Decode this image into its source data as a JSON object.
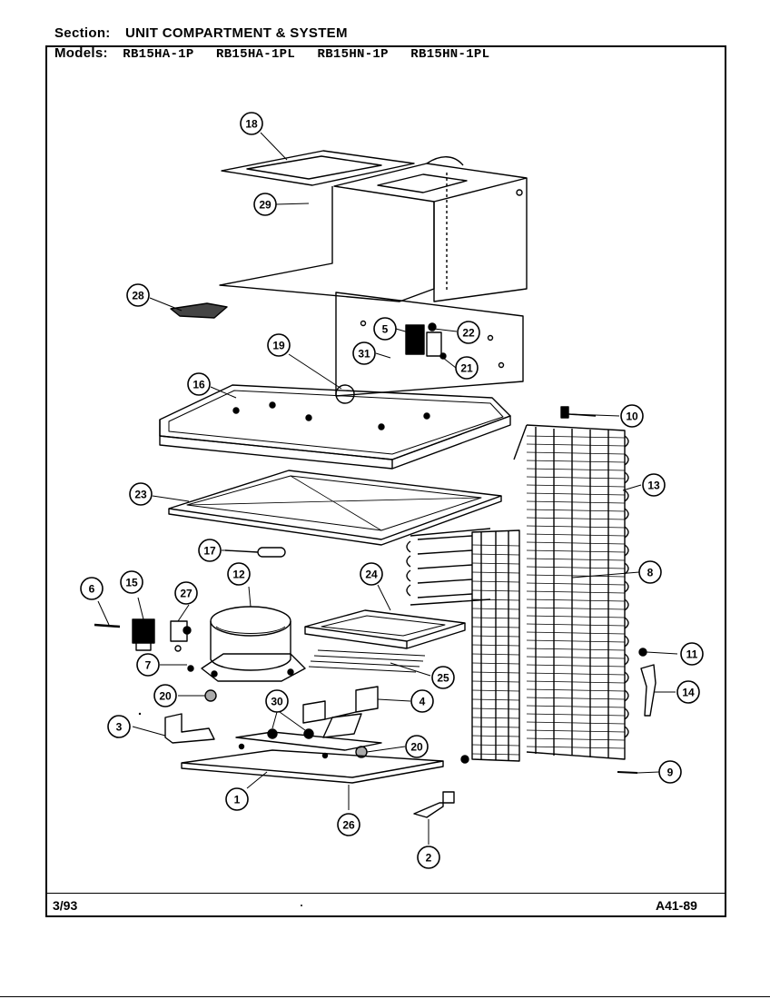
{
  "header": {
    "section_label": "Section:",
    "section_value": "UNIT COMPARTMENT & SYSTEM",
    "models_label": "Models:",
    "models": [
      "RB15HA-1P",
      "RB15HA-1PL",
      "RB15HN-1P",
      "RB15HN-1PL"
    ]
  },
  "footer": {
    "date": "3/93",
    "code": "A41-89"
  },
  "callouts": [
    {
      "id": "18"
    },
    {
      "id": "29"
    },
    {
      "id": "28"
    },
    {
      "id": "5"
    },
    {
      "id": "22"
    },
    {
      "id": "31"
    },
    {
      "id": "21"
    },
    {
      "id": "19"
    },
    {
      "id": "16"
    },
    {
      "id": "10"
    },
    {
      "id": "13"
    },
    {
      "id": "23"
    },
    {
      "id": "17"
    },
    {
      "id": "8"
    },
    {
      "id": "12"
    },
    {
      "id": "24"
    },
    {
      "id": "6"
    },
    {
      "id": "15"
    },
    {
      "id": "27"
    },
    {
      "id": "7"
    },
    {
      "id": "25"
    },
    {
      "id": "11"
    },
    {
      "id": "20"
    },
    {
      "id": "30"
    },
    {
      "id": "4"
    },
    {
      "id": "14"
    },
    {
      "id": "3"
    },
    {
      "id": "20"
    },
    {
      "id": "9"
    },
    {
      "id": "1"
    },
    {
      "id": "26"
    },
    {
      "id": "2"
    }
  ]
}
